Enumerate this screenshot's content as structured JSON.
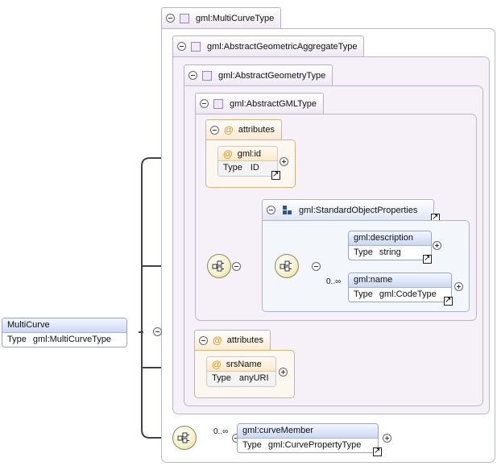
{
  "diagram": {
    "root": {
      "name": "MultiCurve",
      "type_key": "Type",
      "type_value": "gml:MultiCurveType"
    },
    "types": {
      "multi_curve": "gml:MultiCurveType",
      "abstract_geometric_aggregate": "gml:AbstractGeometricAggregateType",
      "abstract_geometry": "gml:AbstractGeometryType",
      "abstract_gml": "gml:AbstractGMLType"
    },
    "attributes_group_1": {
      "label": "attributes",
      "attr": {
        "name": "gml:id",
        "type_key": "Type",
        "type_value": "ID"
      }
    },
    "standard_object_properties": {
      "label": "gml:StandardObjectProperties",
      "description": {
        "name": "gml:description",
        "type_key": "Type",
        "type_value": "string"
      },
      "name_el": {
        "name": "gml:name",
        "type_key": "Type",
        "type_value": "gml:CodeType",
        "cardinality": "0..∞"
      }
    },
    "attributes_group_2": {
      "label": "attributes",
      "attr": {
        "name": "srsName",
        "type_key": "Type",
        "type_value": "anyURI"
      }
    },
    "curve_member": {
      "name": "gml:curveMember",
      "type_key": "Type",
      "type_value": "gml:CurvePropertyType",
      "cardinality": "0..∞"
    },
    "colors": {
      "type_fill": "#f6f1f8",
      "element_header": "#cad7f2",
      "attribute_header": "#fde9c8",
      "connector": "#444444"
    }
  }
}
